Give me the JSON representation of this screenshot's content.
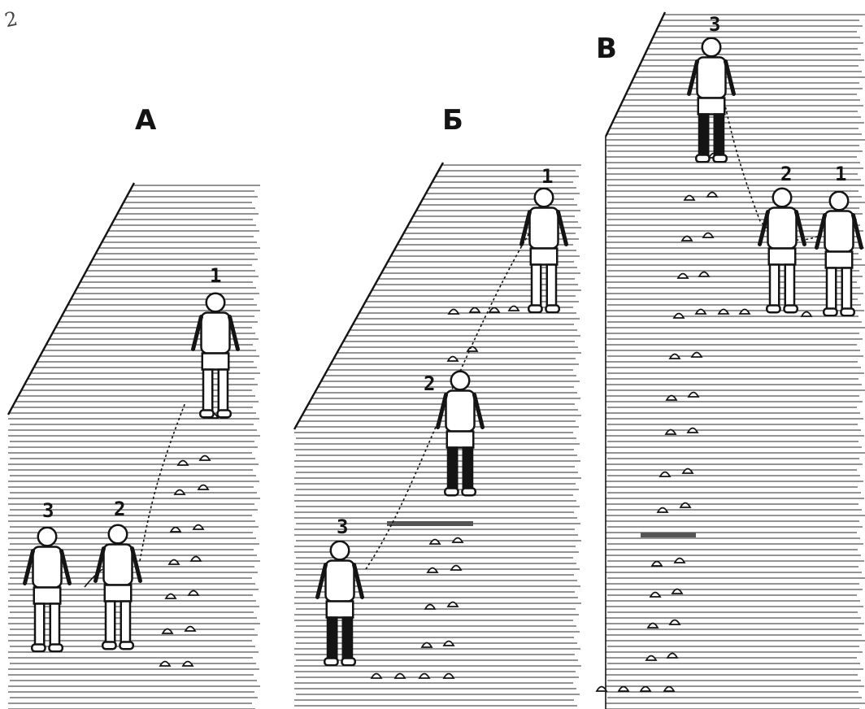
{
  "corner_mark": "2",
  "panels": [
    {
      "id": "A",
      "title": "А",
      "climbers": [
        {
          "number": "1"
        },
        {
          "number": "2"
        },
        {
          "number": "3"
        }
      ]
    },
    {
      "id": "B",
      "title": "Б",
      "climbers": [
        {
          "number": "1"
        },
        {
          "number": "2"
        },
        {
          "number": "3"
        }
      ]
    },
    {
      "id": "V",
      "title": "В",
      "climbers": [
        {
          "number": "3"
        },
        {
          "number": "2"
        },
        {
          "number": "1"
        }
      ]
    }
  ],
  "colors": {
    "ink": "#141414",
    "paper": "#ffffff",
    "slope_line": "#2a2a2a"
  }
}
